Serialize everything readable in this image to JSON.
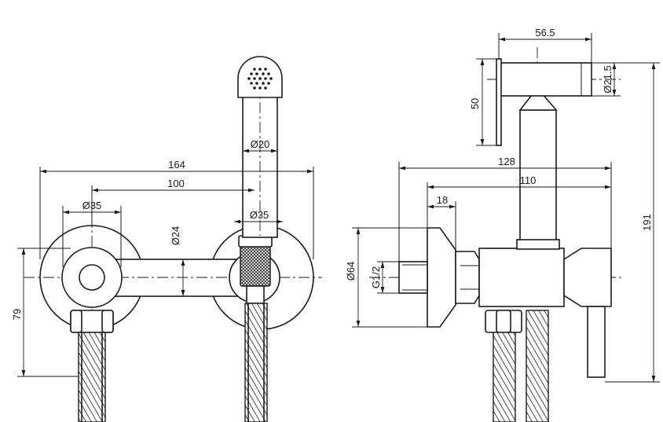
{
  "front_view": {
    "dims": {
      "overall_width": "164",
      "centers": "100",
      "rosette_dia": "Ø35",
      "body_dia": "Ø24",
      "shower_handle_dia": "Ø20",
      "holder_dia": "Ø35",
      "height": "79"
    }
  },
  "side_view": {
    "dims": {
      "head_length": "56.5",
      "head_dia": "Ø21.5",
      "head_height": "50",
      "overall_depth": "128",
      "body_depth": "110",
      "flange_depth": "18",
      "flange_dia": "Ø64",
      "thread": "G1/2",
      "overall_height": "191"
    }
  }
}
